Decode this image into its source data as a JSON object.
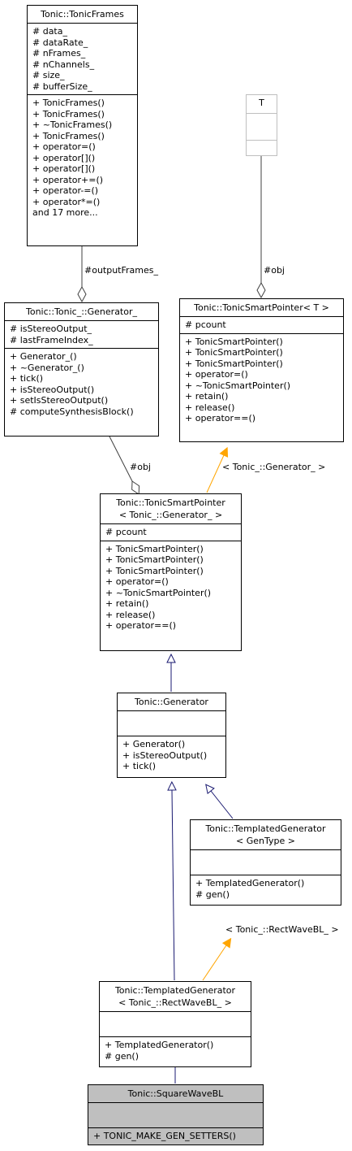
{
  "nodes": {
    "tonic_frames": {
      "title": "Tonic::TonicFrames",
      "attributes": [
        "# data_",
        "# dataRate_",
        "# nFrames_",
        "# nChannels_",
        "# size_",
        "# bufferSize_"
      ],
      "methods": [
        "+ TonicFrames()",
        "+ TonicFrames()",
        "+ ~TonicFrames()",
        "+ TonicFrames()",
        "+ operator=()",
        "+ operator[]()",
        "+ operator[]()",
        "+ operator+=()",
        "+ operator-=()",
        "+ operator*=()",
        "and 17 more..."
      ]
    },
    "template_t": {
      "title": "T"
    },
    "generator_impl": {
      "title": "Tonic::Tonic_::Generator_",
      "attributes": [
        "# isStereoOutput_",
        "# lastFrameIndex_"
      ],
      "methods": [
        "+ Generator_()",
        "+ ~Generator_()",
        "+ tick()",
        "+ isStereoOutput()",
        "+ setIsStereoOutput()",
        "# computeSynthesisBlock()"
      ]
    },
    "smart_pointer_t": {
      "title": "Tonic::TonicSmartPointer< T >",
      "attributes": [
        "# pcount"
      ],
      "methods": [
        "+ TonicSmartPointer()",
        "+ TonicSmartPointer()",
        "+ TonicSmartPointer()",
        "+ operator=()",
        "+ ~TonicSmartPointer()",
        "+ retain()",
        "+ release()",
        "+ operator==()"
      ]
    },
    "smart_pointer_gen": {
      "title_line1": "Tonic::TonicSmartPointer",
      "title_line2": "< Tonic_::Generator_ >",
      "attributes": [
        "# pcount"
      ],
      "methods": [
        "+ TonicSmartPointer()",
        "+ TonicSmartPointer()",
        "+ TonicSmartPointer()",
        "+ operator=()",
        "+ ~TonicSmartPointer()",
        "+ retain()",
        "+ release()",
        "+ operator==()"
      ]
    },
    "generator": {
      "title": "Tonic::Generator",
      "methods": [
        "+ Generator()",
        "+ isStereoOutput()",
        "+ tick()"
      ]
    },
    "templated_gen": {
      "title_line1": "Tonic::TemplatedGenerator",
      "title_line2": "< GenType >",
      "methods": [
        "+ TemplatedGenerator()",
        "# gen()"
      ]
    },
    "templated_gen_rect": {
      "title_line1": "Tonic::TemplatedGenerator",
      "title_line2": "< Tonic_::RectWaveBL_ >",
      "methods": [
        "+ TemplatedGenerator()",
        "# gen()"
      ]
    },
    "square_wave": {
      "title": "Tonic::SquareWaveBL",
      "methods": [
        "+ TONIC_MAKE_GEN_SETTERS()"
      ]
    }
  },
  "edge_labels": {
    "output_frames": "#outputFrames_",
    "obj_t": "#obj",
    "obj_gen": "#obj",
    "bind_generator": "< Tonic_::Generator_ >",
    "bind_rectwave": "< Tonic_::RectWaveBL_ >"
  },
  "colors": {
    "inheritance": "#191970",
    "template_binding": "#ffa500",
    "composition": "#404040",
    "highlight_fill": "#bfbfbf"
  }
}
